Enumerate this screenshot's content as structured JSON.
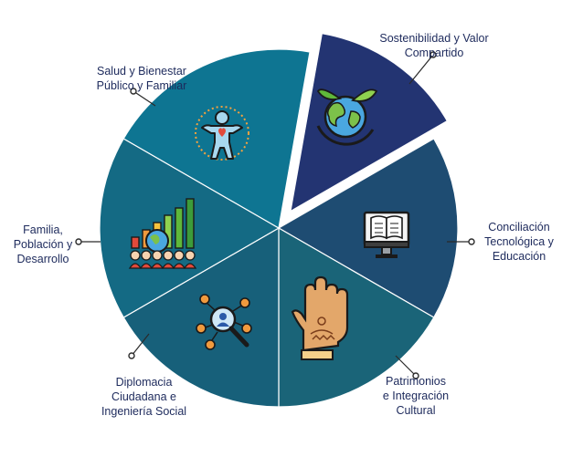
{
  "segments": [
    {
      "id": "sostenibilidad",
      "label": "Sostenibilidad y Valor\nCompartido",
      "color": "#233472",
      "icon": "earth-with-leaves-icon",
      "exploded": true
    },
    {
      "id": "conciliacion",
      "label": "Conciliación\nTecnológica y\nEducación",
      "color": "#1e4c72",
      "icon": "monitor-book-icon",
      "exploded": false
    },
    {
      "id": "patrimonios",
      "label": "Patrimonios\ne Integración\nCultural",
      "color": "#1a6478",
      "icon": "henna-hand-icon",
      "exploded": false
    },
    {
      "id": "diplomacia",
      "label": "Diplomacia\nCiudadana e\nIngeniería Social",
      "color": "#17607a",
      "icon": "network-magnifier-icon",
      "exploded": false
    },
    {
      "id": "familia",
      "label": "Familia,\nPoblación y\nDesarrollo",
      "color": "#146a84",
      "icon": "population-chart-icon",
      "exploded": false
    },
    {
      "id": "salud",
      "label": "Salud y Bienestar\nPúblico y Familiar",
      "color": "#0e7592",
      "icon": "person-heart-icon",
      "exploded": false
    }
  ],
  "colors": {
    "label_text": "#1d2a5c",
    "leader_line": "#2a2a2a",
    "icon_outline": "#1a1a1a"
  }
}
